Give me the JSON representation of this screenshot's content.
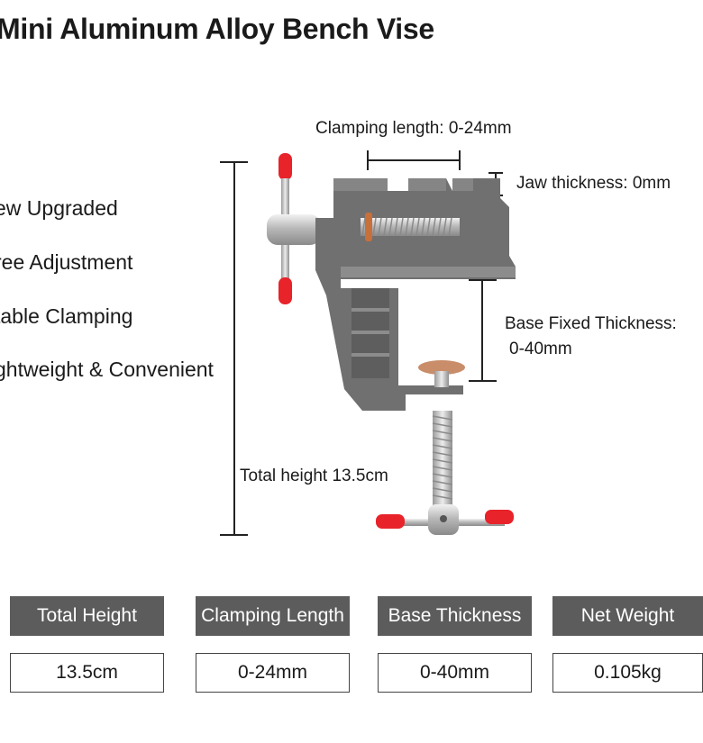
{
  "title": "Mini Aluminum Alloy Bench Vise",
  "features": [
    "ew Upgraded",
    "ree Adjustment",
    "table Clamping",
    "ghtweight & Convenient"
  ],
  "dimensions": {
    "clamping_length": "Clamping length: 0-24mm",
    "jaw_thickness": "Jaw thickness: 0mm",
    "base_fixed_thickness_line1": "Base Fixed Thickness:",
    "base_fixed_thickness_line2": "0-40mm",
    "total_height": "Total height 13.5cm"
  },
  "specs": [
    {
      "label": "Total Height",
      "value": "13.5cm"
    },
    {
      "label": "Clamping Length",
      "value": "0-24mm"
    },
    {
      "label": "Base Thickness",
      "value": "0-40mm"
    },
    {
      "label": "Net Weight",
      "value": "0.105kg"
    }
  ],
  "colors": {
    "vise_body": "#6e6e6e",
    "handle_tip": "#e8232a",
    "spec_header_bg": "#5c5c5c"
  }
}
